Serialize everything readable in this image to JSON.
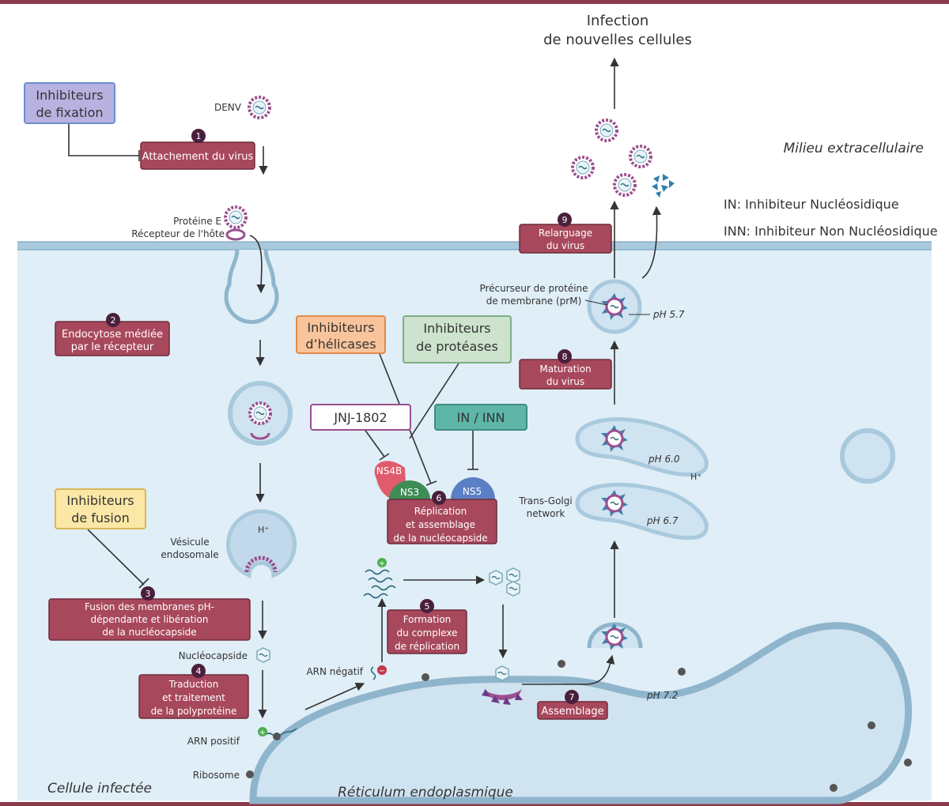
{
  "top_labels": {
    "infection_line1": "Infection",
    "infection_line2": "de nouvelles cellules",
    "extracellular": "Milieu extracellulaire",
    "legend_in": "IN: Inhibiteur Nucléosidique",
    "legend_inn": "INN: Inhibiteur Non Nucléosidique",
    "infected_cell": "Cellule infectée",
    "er": "Réticulum endoplasmique"
  },
  "inhibitors": {
    "fixation": [
      "Inhibiteurs",
      "de fixation"
    ],
    "fusion": [
      "Inhibiteurs",
      "de fusion"
    ],
    "helicases": [
      "Inhibiteurs",
      "d’hélicases"
    ],
    "proteases": [
      "Inhibiteurs",
      "de protéases"
    ],
    "jnj": "JNJ-1802",
    "in_inn": "IN / INN"
  },
  "steps": [
    {
      "num": "1",
      "lines": [
        "Attachement du virus"
      ]
    },
    {
      "num": "2",
      "lines": [
        "Endocytose médiée",
        "par le récepteur"
      ]
    },
    {
      "num": "3",
      "lines": [
        "Fusion des membranes pH-",
        "dépendante et libération",
        "de la nucléocapside"
      ]
    },
    {
      "num": "4",
      "lines": [
        "Traduction",
        "et traitement",
        "de la polyprotéine"
      ]
    },
    {
      "num": "5",
      "lines": [
        "Formation",
        "du complexe",
        "de réplication"
      ]
    },
    {
      "num": "6",
      "lines": [
        "Réplication",
        "et assemblage",
        "de la nucléocapside"
      ]
    },
    {
      "num": "7",
      "lines": [
        "Assemblage"
      ]
    },
    {
      "num": "8",
      "lines": [
        "Maturation",
        "du virus"
      ]
    },
    {
      "num": "9",
      "lines": [
        "Relarguage",
        "du virus"
      ]
    }
  ],
  "labels": {
    "denv": "DENV",
    "protein_e": "Protéine E",
    "receptor": "Récepteur de l'hôte",
    "vesicle": [
      "Vésicule",
      "endosomale"
    ],
    "h_plus": "H⁺",
    "nucleocapsid": "Nucléocapside",
    "rna_pos": "ARN positif",
    "ribosome": "Ribosome",
    "rna_neg": "ARN négatif",
    "prm": [
      "Précurseur de protéine",
      "de membrane (prM)"
    ],
    "ph57": "pH 5.7",
    "ph60": "pH 6.0",
    "ph67": "pH 6.7",
    "ph72": "pH 7.2",
    "tgn": [
      "Trans-Golgi",
      "network"
    ],
    "ns4b": "NS4B",
    "ns3": "NS3",
    "ns5": "NS5"
  },
  "colors": {
    "border": "#8b3a4a",
    "step_box": "#a8485c",
    "step_num": "#4a1f3c",
    "cell": "#dfeef7",
    "membrane": "#a9c9dd",
    "fixation_bg": "#b8b2e0",
    "fusion_bg": "#fbe8a6",
    "helicase_bg": "#f9c49c",
    "protease_bg": "#cde3cd",
    "jnj_bg": "#ffffff",
    "in_bg": "#5eb6a8"
  }
}
